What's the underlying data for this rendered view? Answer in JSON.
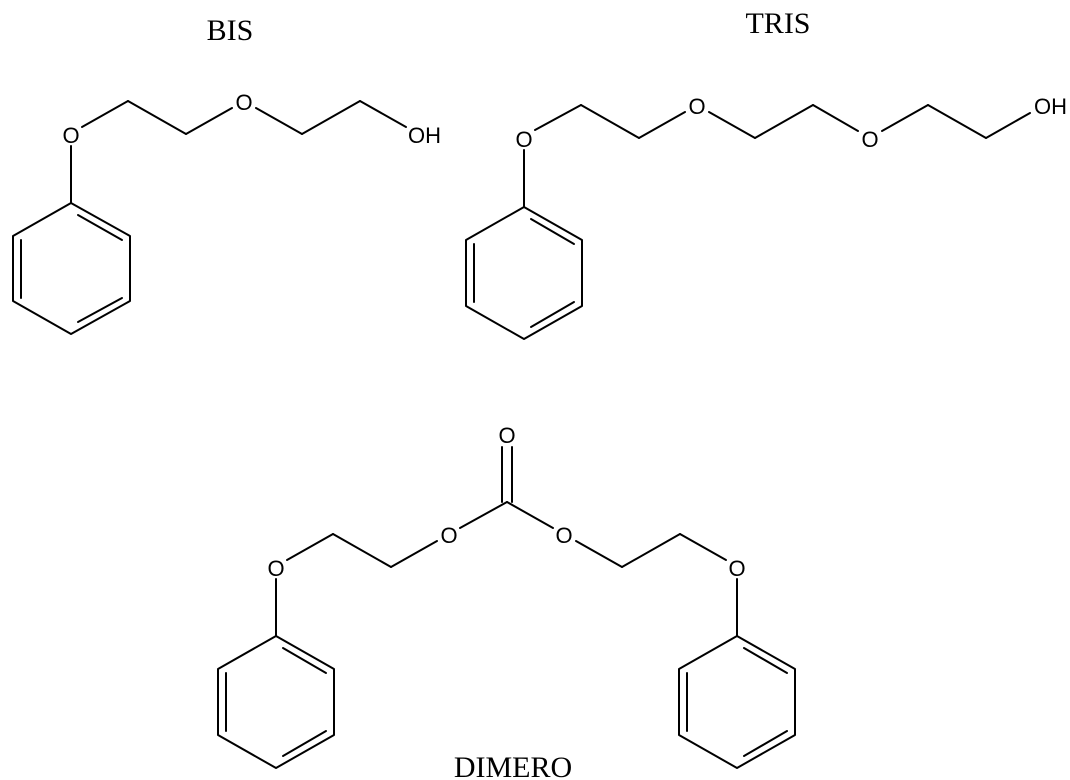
{
  "molecules": {
    "bis": {
      "title": "BIS",
      "ether_o": "O",
      "chain_o": "O",
      "terminal": "OH"
    },
    "tris": {
      "title": "TRIS",
      "ether_o": "O",
      "chain_o1": "O",
      "chain_o2": "O",
      "terminal": "OH"
    },
    "dimero": {
      "title": "DIMERO",
      "left_ether_o": "O",
      "ester_o_left": "O",
      "carbonyl_o": "O",
      "ester_o_right": "O",
      "right_ether_o": "O"
    }
  },
  "colors": {
    "ink": "#000000",
    "background": "#ffffff"
  }
}
